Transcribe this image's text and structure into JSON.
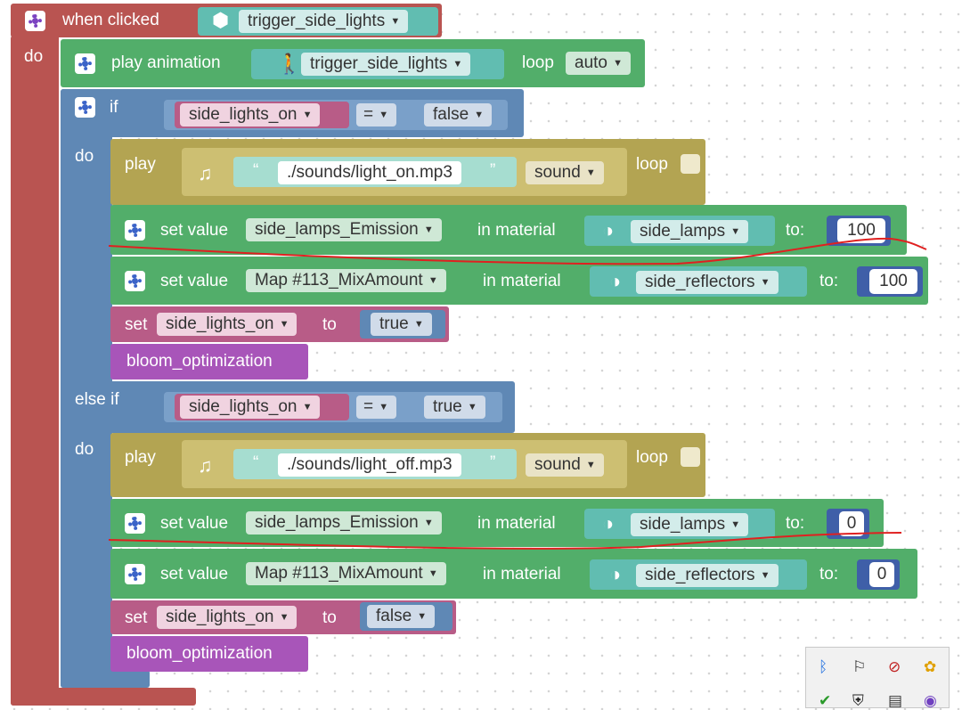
{
  "event": {
    "when_label": "when clicked",
    "target": "trigger_side_lights",
    "do_label": "do"
  },
  "play_animation": {
    "label": "play animation",
    "animation": "trigger_side_lights",
    "loop_label": "loop",
    "loop_value": "auto"
  },
  "if_block": {
    "if_label": "if",
    "else_if_label": "else if",
    "do_label": "do",
    "conditions": [
      {
        "variable": "side_lights_on",
        "operator": "=",
        "value": "false"
      },
      {
        "variable": "side_lights_on",
        "operator": "=",
        "value": "true"
      }
    ]
  },
  "branches": [
    {
      "sound": {
        "play_label": "play",
        "file": "./sounds/light_on.mp3",
        "type": "sound",
        "loop_label": "loop"
      },
      "set_values": [
        {
          "label": "set value",
          "param": "side_lamps_Emission",
          "in_label": "in material",
          "material": "side_lamps",
          "to_label": "to:",
          "value": "100"
        },
        {
          "label": "set value",
          "param": "Map #113_MixAmount",
          "in_label": "in material",
          "material": "side_reflectors",
          "to_label": "to:",
          "value": "100"
        }
      ],
      "set_var": {
        "label": "set",
        "variable": "side_lights_on",
        "to_label": "to",
        "value": "true"
      },
      "procedure": "bloom_optimization"
    },
    {
      "sound": {
        "play_label": "play",
        "file": "./sounds/light_off.mp3",
        "type": "sound",
        "loop_label": "loop"
      },
      "set_values": [
        {
          "label": "set value",
          "param": "side_lamps_Emission",
          "in_label": "in material",
          "material": "side_lamps",
          "to_label": "to:",
          "value": "0"
        },
        {
          "label": "set value",
          "param": "Map #113_MixAmount",
          "in_label": "in material",
          "material": "side_reflectors",
          "to_label": "to:",
          "value": "0"
        }
      ],
      "set_var": {
        "label": "set",
        "variable": "side_lights_on",
        "to_label": "to",
        "value": "false"
      },
      "procedure": "bloom_optimization"
    }
  ],
  "colors": {
    "event": "#b95451",
    "animation": "#52ae6a",
    "logic": "#5f88b5",
    "sound": "#b3a452",
    "variable": "#b85c87",
    "procedure": "#a855b9",
    "annotation": "#e02020"
  },
  "icons": {
    "settings": "gear-icon",
    "object": "cube-icon",
    "animation": "walking-person-icon",
    "sound": "music-note-icon",
    "material": "material-sphere-icon",
    "dropdown": "chevron-down-icon"
  }
}
